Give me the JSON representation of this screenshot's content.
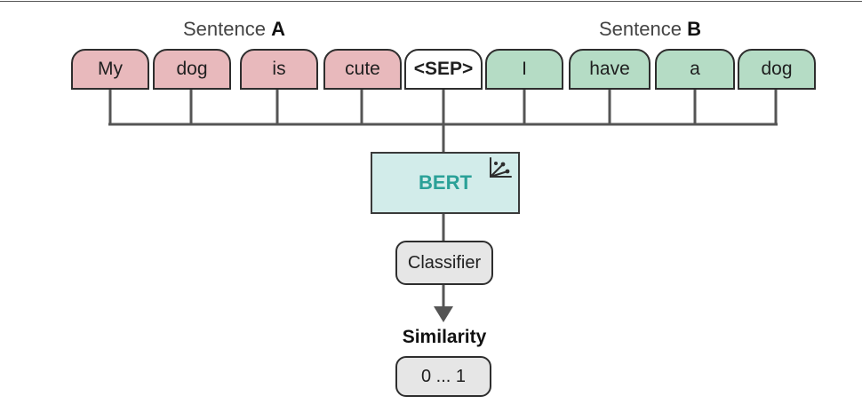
{
  "sentence_a": {
    "word": "Sentence",
    "letter": "A"
  },
  "sentence_b": {
    "word": "Sentence",
    "letter": "B"
  },
  "tokens_a": [
    "My",
    "dog",
    "is",
    "cute"
  ],
  "separator": "<SEP>",
  "tokens_b": [
    "I",
    "have",
    "a",
    "dog"
  ],
  "model": {
    "label": "BERT",
    "icon": "scatter-axes-icon",
    "fill": "#d2ecea",
    "text_color": "#2aa198"
  },
  "classifier": {
    "label": "Classifier"
  },
  "similarity": {
    "label": "Similarity",
    "range": "0 ... 1"
  },
  "colors": {
    "sentence_a": "#e8b9bc",
    "sentence_b": "#b5dcc5",
    "separator": "#ffffff",
    "neutral_box": "#e6e6e6",
    "line": "#555555"
  }
}
